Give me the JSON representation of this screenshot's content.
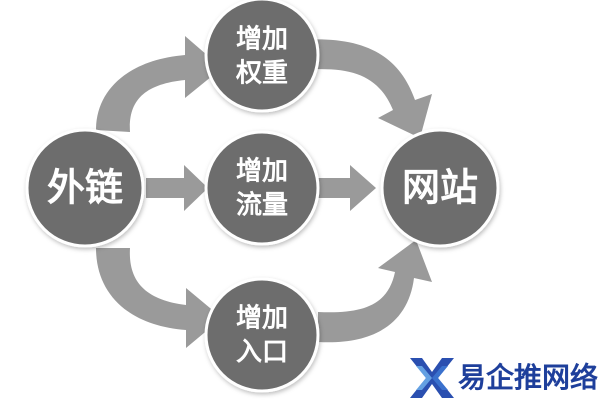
{
  "nodes": {
    "source": {
      "label": "外链"
    },
    "weight": {
      "line1": "增加",
      "line2": "权重"
    },
    "traffic": {
      "line1": "增加",
      "line2": "流量"
    },
    "entry": {
      "line1": "增加",
      "line2": "入口"
    },
    "target": {
      "label": "网站"
    }
  },
  "watermark": {
    "text": "易企推网络"
  },
  "colors": {
    "node_fill": "#6d6d6d",
    "arrow_fill": "#9a9a9a",
    "watermark_blue": "#1e3f9b"
  }
}
